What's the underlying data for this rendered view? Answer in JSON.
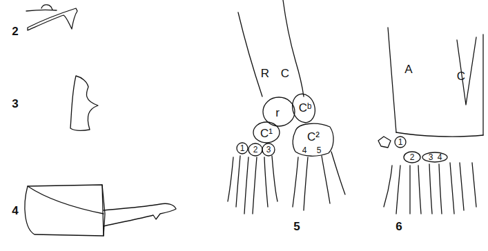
{
  "diagram": {
    "labels": [
      "2",
      "3",
      "4",
      "R",
      "C",
      "Cᵇ",
      "r",
      "C¹",
      "C²",
      "4",
      "5",
      "1",
      "2",
      "3",
      "5",
      "A",
      "C",
      "1",
      "2",
      "3",
      "4",
      "6"
    ]
  }
}
